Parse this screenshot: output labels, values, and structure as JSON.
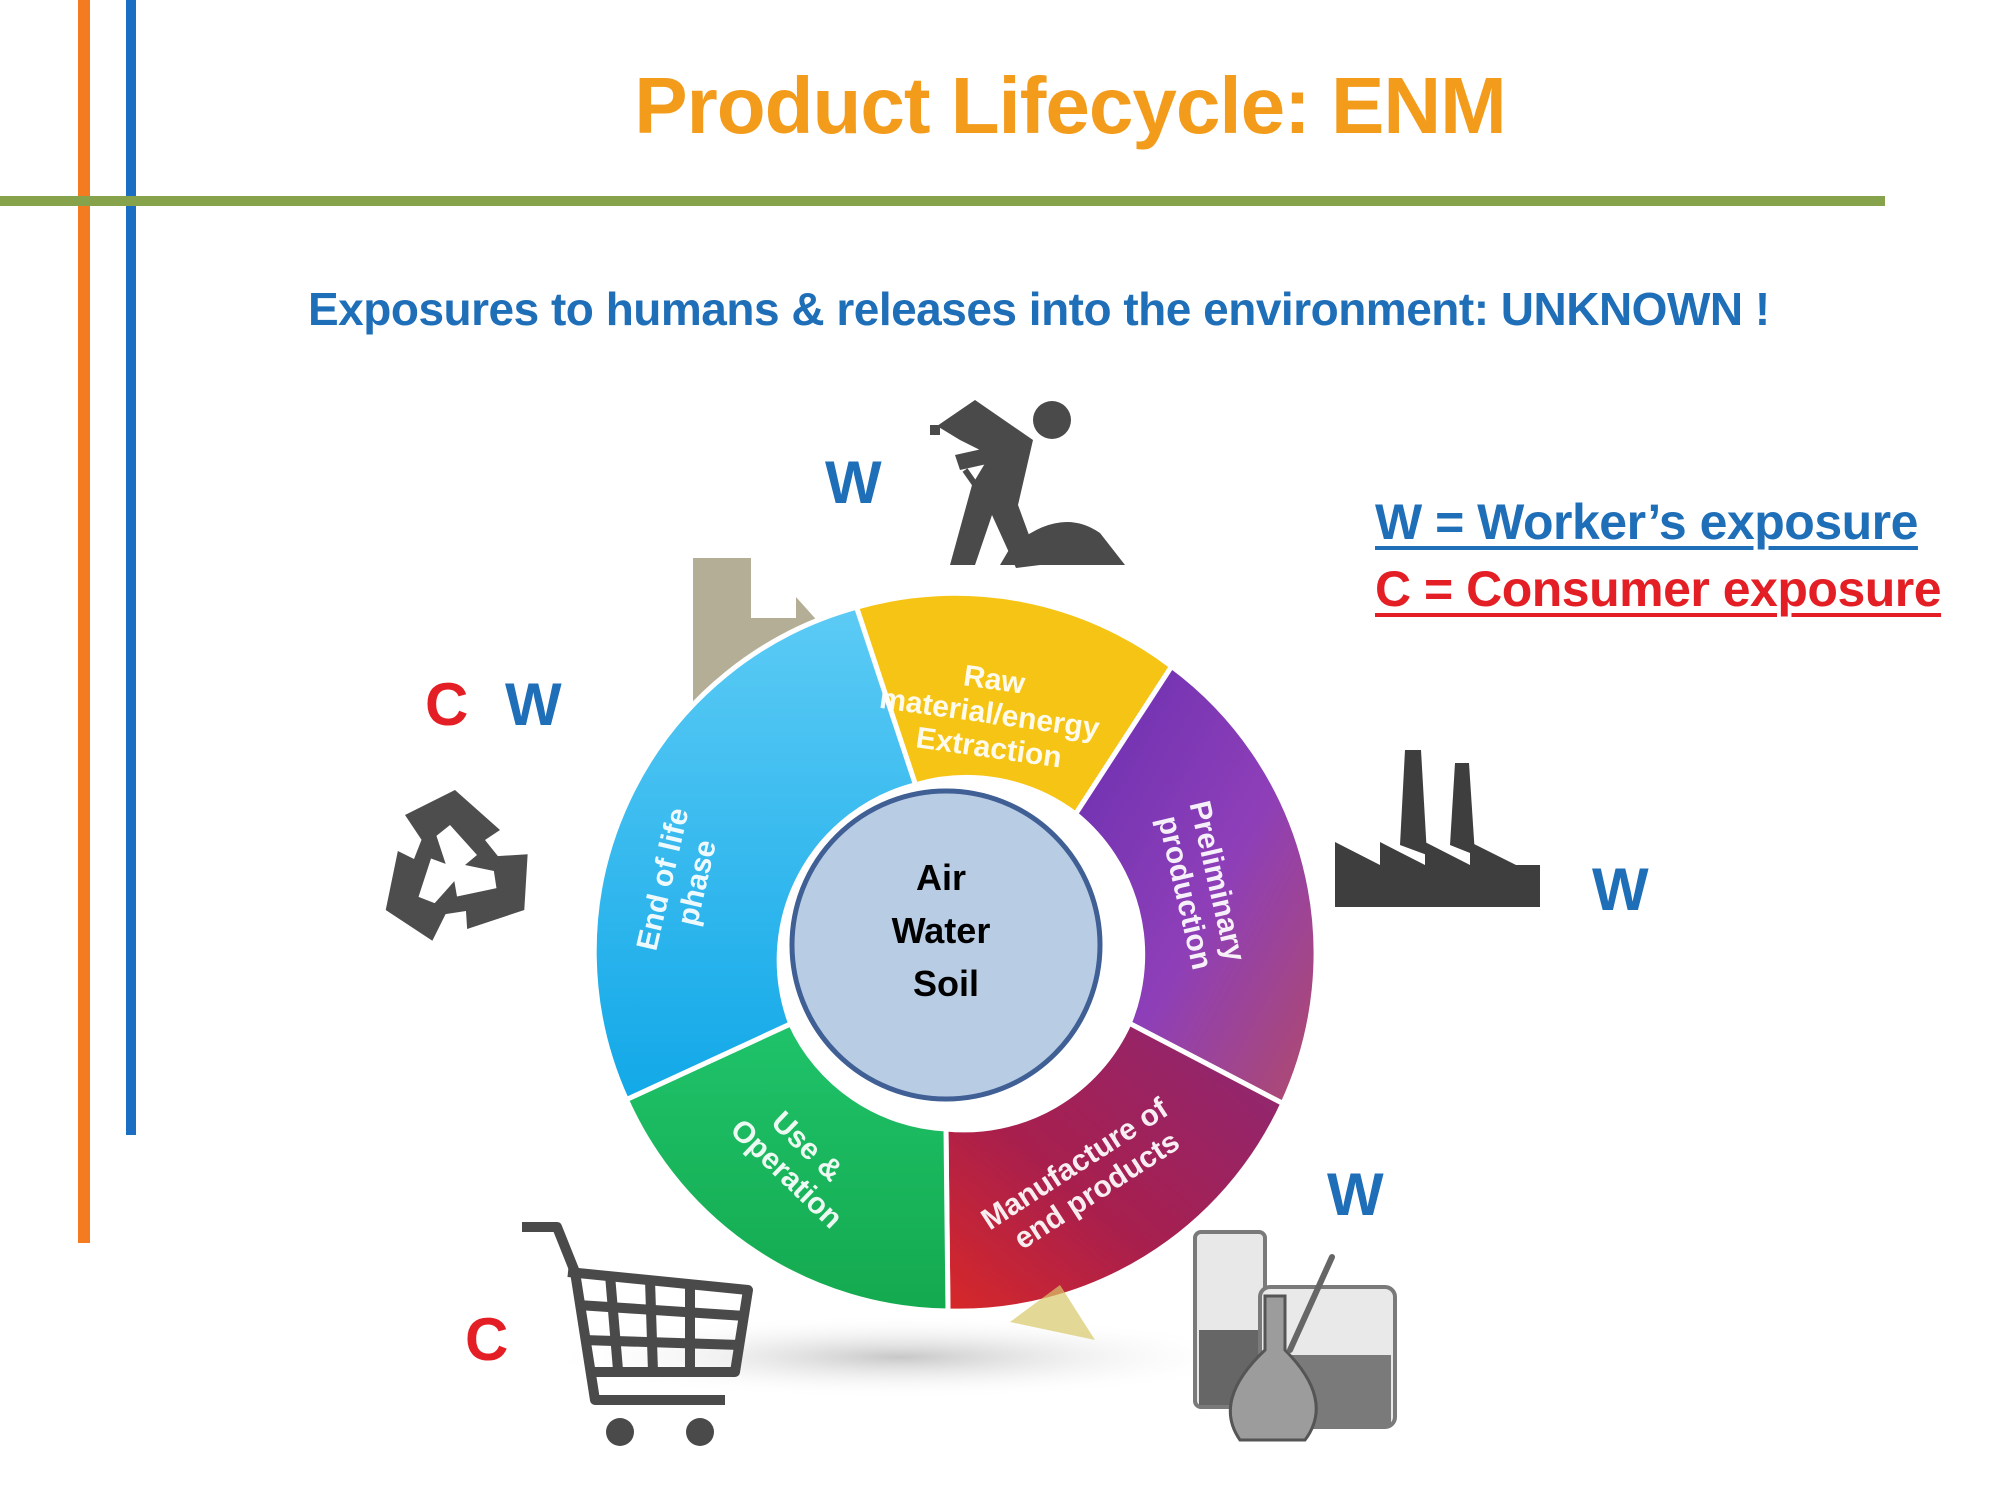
{
  "title": "Product Lifecycle: ENM",
  "subtitle": "Exposures to humans & releases into the environment:  UNKNOWN !",
  "legend": {
    "worker": "W = Worker’s exposure",
    "consumer": "C = Consumer exposure"
  },
  "colors": {
    "title": "#F39C1C",
    "text_blue": "#1F6EB8",
    "text_red": "#E31E24",
    "raw_material": "#F5C518",
    "preliminary_production": "#7B3FB5",
    "manufacture": "#9C1E63",
    "use_operation": "#1DB55A",
    "end_of_life": "#2EB6F0",
    "center": "#B8CCE4"
  },
  "cycle": {
    "segments": [
      {
        "id": "raw",
        "lines": [
          "Raw",
          "material/energy",
          "Extraction"
        ]
      },
      {
        "id": "prelim",
        "lines": [
          "Preliminary",
          "production"
        ]
      },
      {
        "id": "manuf",
        "lines": [
          "Manufacture of",
          "end products"
        ]
      },
      {
        "id": "use",
        "lines": [
          "Use &",
          "Operation"
        ]
      },
      {
        "id": "eol",
        "lines": [
          "End of life",
          "phase"
        ]
      }
    ],
    "center_lines": [
      "Air",
      "Water",
      "Soil"
    ]
  },
  "exposure_marks": {
    "worker_symbol": "W",
    "consumer_symbol": "C"
  },
  "icons": [
    "worker-digging-icon",
    "factory-icon",
    "lab-glassware-icon",
    "shopping-cart-icon",
    "recycle-icon",
    "return-arrow-icon"
  ]
}
